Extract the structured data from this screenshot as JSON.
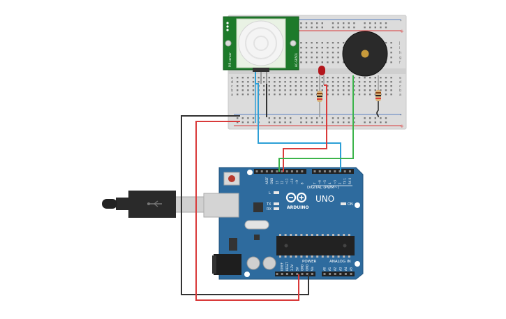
{
  "pir_sensor": {
    "side_label_left": "PIR sensor",
    "side_label_right": "HC-SR501"
  },
  "arduino": {
    "brand": "ARDUINO",
    "model": "UNO",
    "digital_label": "DIGITAL (PWM~)",
    "power_label": "POWER",
    "analog_label": "ANALOG IN",
    "led_l": "L",
    "led_tx": "TX",
    "led_rx": "RX",
    "led_on": "ON",
    "digital_pins": [
      "AREF",
      "GND",
      "13",
      "12",
      "~11",
      "~10",
      "~9",
      "8",
      "7",
      "~6",
      "~5",
      "4",
      "~3",
      "2",
      "TX 1",
      "RX 0"
    ],
    "power_pins": [
      "IOREF",
      "RESET",
      "3.3V",
      "5V",
      "GND",
      "GND",
      "Vin"
    ],
    "analog_pins": [
      "A0",
      "A1",
      "A2",
      "A3",
      "A4",
      "A5"
    ]
  },
  "breadboard": {
    "row_letters_top": [
      "j",
      "i",
      "h",
      "g",
      "f"
    ],
    "row_letters_bottom": [
      "e",
      "d",
      "c",
      "b",
      "a"
    ],
    "rail_plus": "+",
    "rail_minus": "-"
  },
  "colors": {
    "board_blue": "#2e6b9e",
    "pir_green": "#1d7a2a",
    "wire_red": "#d93a3a",
    "wire_black": "#333333",
    "wire_blue": "#2d9fd6",
    "wire_green": "#3cb44b",
    "led_red": "#b3161c",
    "buzzer": "#2a2a2a",
    "breadboard": "#dcdcdc"
  }
}
